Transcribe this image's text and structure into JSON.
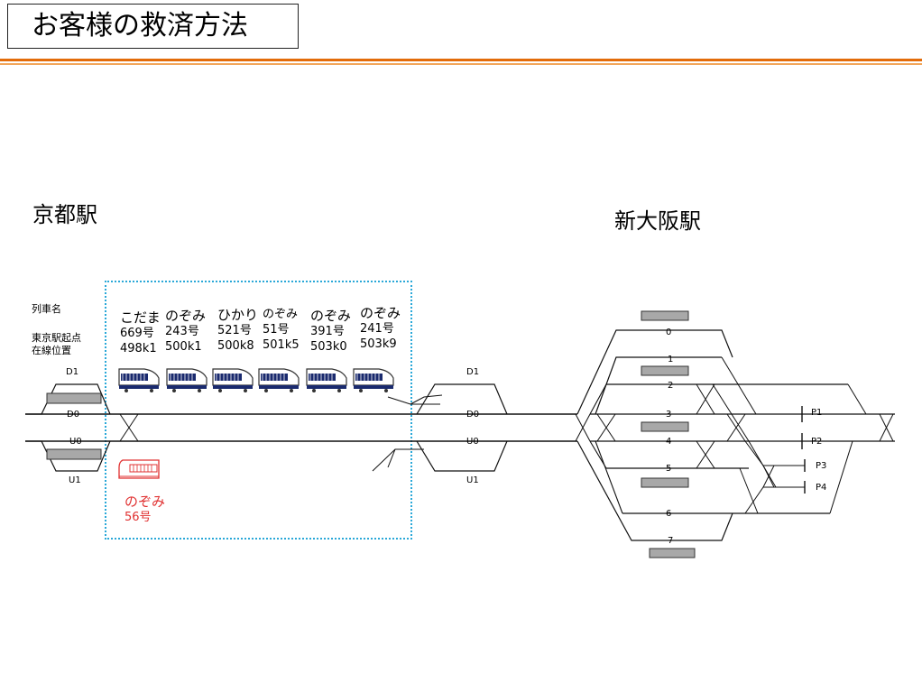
{
  "title": "お客様の救済方法",
  "stations": {
    "kyoto": "京都駅",
    "shin_osaka": "新大阪駅"
  },
  "legend": {
    "train_name": "列車名",
    "position_line1": "東京駅起点",
    "position_line2": "在線位置"
  },
  "trains": [
    {
      "name": "こだま",
      "number": "669号",
      "position": "498k1"
    },
    {
      "name": "のぞみ",
      "number": "243号",
      "position": "500k1"
    },
    {
      "name": "ひかり",
      "number": "521号",
      "position": "500k8"
    },
    {
      "name": "のぞみ",
      "number": "51号",
      "position": "501k5"
    },
    {
      "name": "のぞみ",
      "number": "391号",
      "position": "503k0"
    },
    {
      "name": "のぞみ",
      "number": "241号",
      "position": "503k9"
    }
  ],
  "rescue_train": {
    "name": "のぞみ",
    "number": "56号",
    "color": "#e03030"
  },
  "kyoto_tracks": {
    "d1": "D1",
    "d0": "D0",
    "u0": "U0",
    "u1": "U1"
  },
  "mid_tracks": {
    "d1": "D1",
    "d0": "D0",
    "u0": "U0",
    "u1": "U1"
  },
  "osaka_tracks": [
    "0",
    "1",
    "2",
    "3",
    "4",
    "5",
    "6",
    "7"
  ],
  "osaka_extra": {
    "p1": "P1",
    "p2": "P2",
    "p3": "P3",
    "p4": "P4"
  },
  "colors": {
    "accent": "#e36c0a",
    "box": "#2aa8d8",
    "rescue": "#e03030",
    "platform": "#a8a8a8"
  }
}
